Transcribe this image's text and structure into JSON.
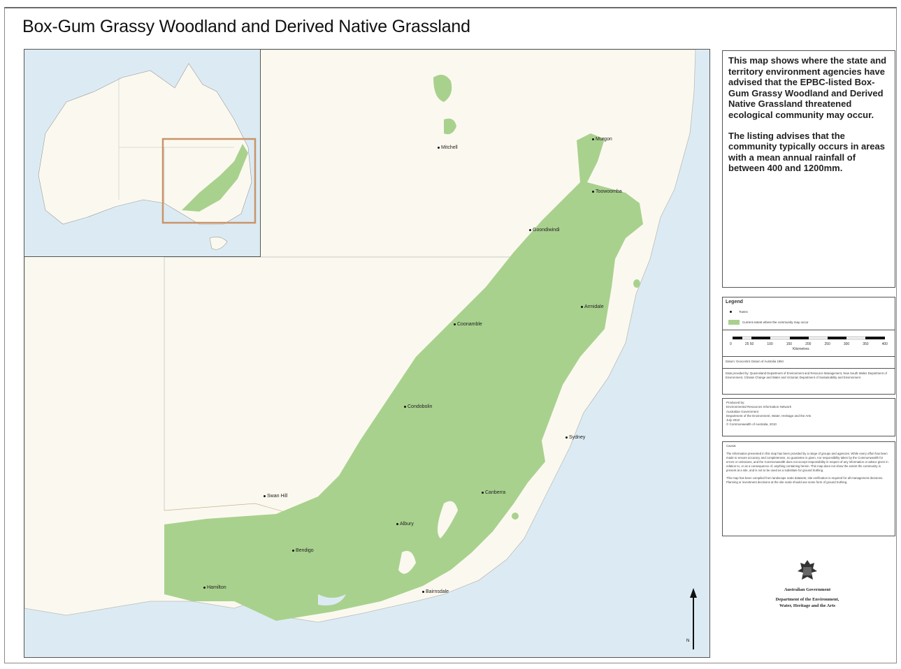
{
  "title": "Box-Gum Grassy Woodland and Derived Native Grassland",
  "description": [
    "This map shows where the state and territory environment agencies have advised that the EPBC-listed Box-Gum Grassy Woodland and Derived Native Grassland threatened ecological community may occur.",
    "The listing advises that the community typically occurs in areas with a mean annual rainfall of between 400 and 1200mm."
  ],
  "towns": [
    {
      "name": "Mitchell"
    },
    {
      "name": "Murgon"
    },
    {
      "name": "Toowoomba"
    },
    {
      "name": "Goondiwindi"
    },
    {
      "name": "Armidale"
    },
    {
      "name": "Coonamble"
    },
    {
      "name": "Condobolin"
    },
    {
      "name": "Sydney"
    },
    {
      "name": "Swan Hill"
    },
    {
      "name": "Canberra"
    },
    {
      "name": "Albury"
    },
    {
      "name": "Bendigo"
    },
    {
      "name": "Hamilton"
    },
    {
      "name": "Bairnsdale"
    }
  ],
  "legend": {
    "title": "Legend",
    "items": [
      {
        "label": "Towns"
      },
      {
        "label": "Current extent where the community may occur"
      }
    ],
    "scale_ticks": [
      "0",
      "25 50",
      "100",
      "150",
      "200",
      "250",
      "300",
      "350",
      "400"
    ],
    "scale_unit": "Kilometres",
    "source": "Datum: Geocentric Datum of Australia 1994",
    "data_note": "Data provided by: Queensland Department of Environment and Resource Management, New South Wales Department of Environment, Climate Change and Water and Victorian Department of Sustainability and Environment"
  },
  "produced": [
    "Produced by:",
    "Environmental Resources Information Network",
    "Australian Government",
    "Department of the Environment, Water, Heritage and the Arts",
    "July 2010",
    "© Commonwealth of Australia, 2010"
  ],
  "caveat": {
    "title": "Caveat",
    "text": "The information presented in this map has been provided by a range of groups and agencies. While every effort has been made to ensure accuracy and completeness, no guarantee is given, nor responsibility taken by the Commonwealth for errors or omissions, and the Commonwealth does not accept responsibility in respect of any information or advice given in relation to, or as a consequence of, anything containing herein. This map does not show the extent the community is present at a site, and is not to be used as a substitute for ground truthing.",
    "text2": "This map has been compiled from landscape scale datasets; site verification is required for all management decisions. Planning or investment decisions at the site scale should use some form of ground truthing."
  },
  "logo": {
    "line1": "Australian Government",
    "line2": "Department of the Environment,",
    "line3": "Water, Heritage and the Arts"
  },
  "north_label": "N",
  "colors": {
    "water": "#dcebf3",
    "land": "#fbf9ef",
    "community": "#a9d18e",
    "inset_frame": "#c9946b"
  }
}
